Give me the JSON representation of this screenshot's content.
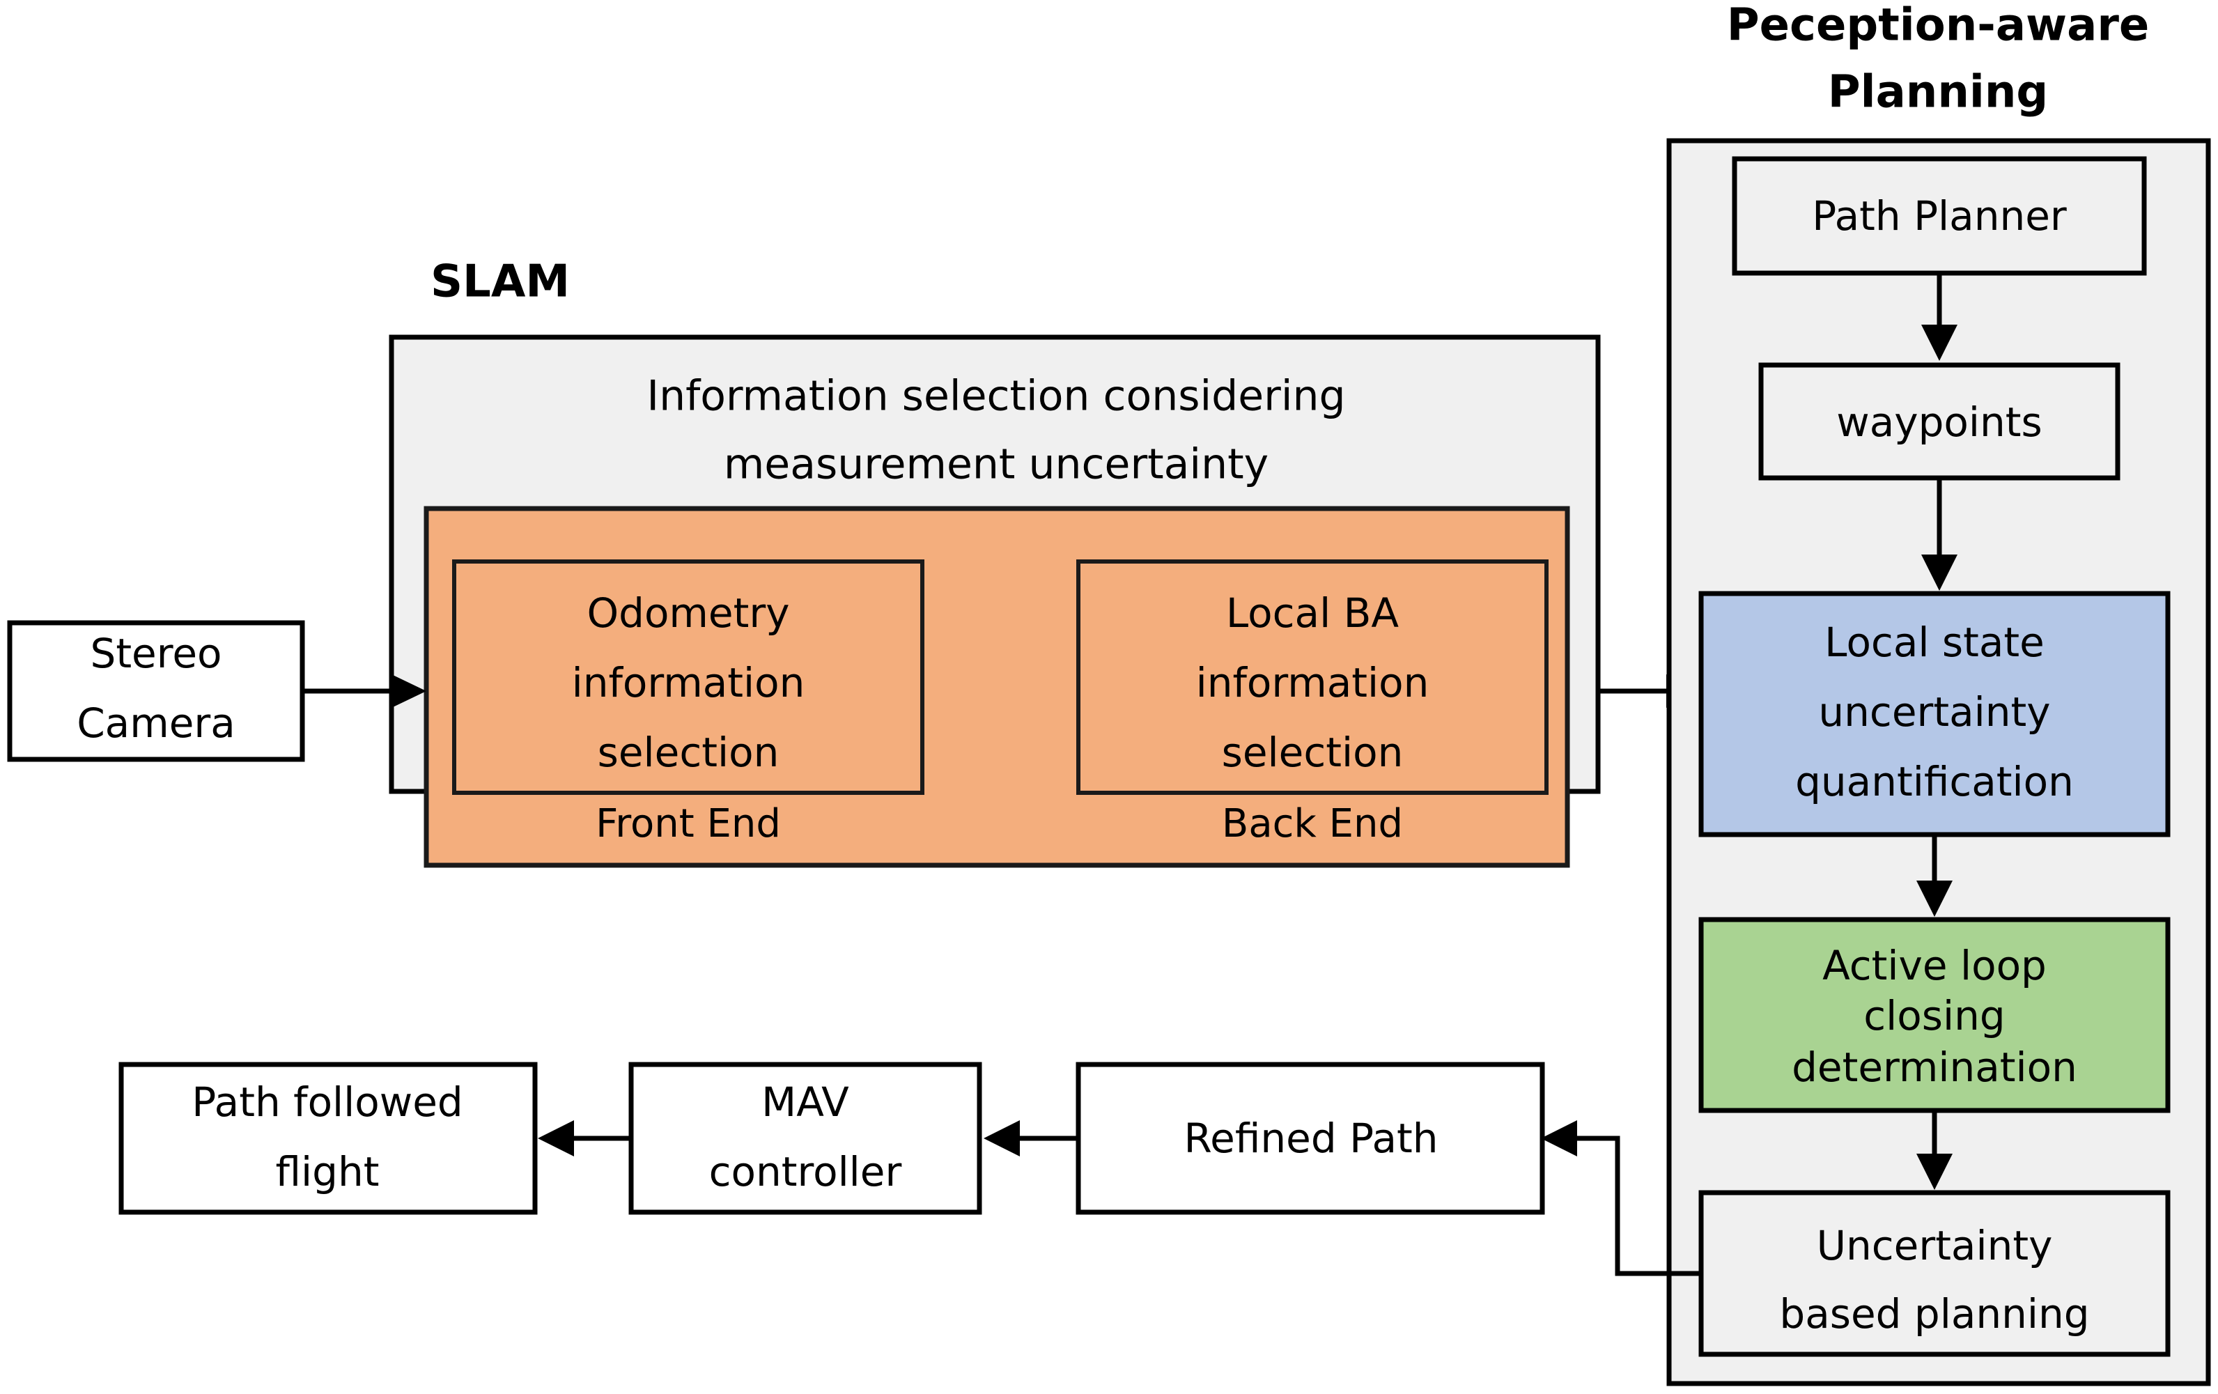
{
  "diagram": {
    "title_slam": "SLAM",
    "title_planning_line1": "Peception-aware",
    "title_planning_line2": "Planning",
    "slam": {
      "caption_line1": "Information selection considering",
      "caption_line2": "measurement uncertainty",
      "front": {
        "line1": "Odometry",
        "line2": "information",
        "line3": "selection",
        "caption": "Front End"
      },
      "back": {
        "line1": "Local BA",
        "line2": "information",
        "line3": "selection",
        "caption": "Back End"
      }
    },
    "input": {
      "line1": "Stereo",
      "line2": "Camera"
    },
    "planning": {
      "path_planner": "Path Planner",
      "waypoints": "waypoints",
      "local_state": {
        "line1": "Local state",
        "line2": "uncertainty",
        "line3": "quantification"
      },
      "active_loop": {
        "line1": "Active loop",
        "line2": "closing",
        "line3": "determination"
      },
      "uncertainty_planning": {
        "line1": "Uncertainty",
        "line2": "based planning"
      }
    },
    "output": {
      "refined_path": "Refined Path",
      "mav_controller": {
        "line1": "MAV",
        "line2": "controller"
      },
      "path_followed": {
        "line1": "Path followed",
        "line2": "flight"
      }
    },
    "colors": {
      "panel": "#f0f0f0",
      "orange": "#f4ae7d",
      "blue": "#b4c7e7",
      "green": "#a9d392",
      "stroke": "#000000",
      "white": "#ffffff"
    }
  }
}
